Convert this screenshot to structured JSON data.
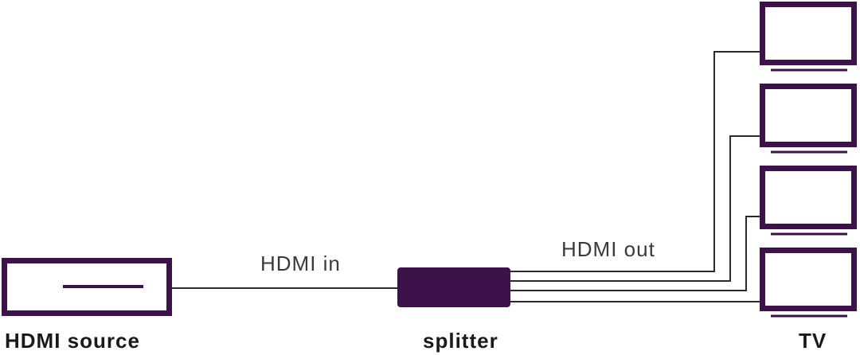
{
  "labels": {
    "hdmi_in": "HDMI in",
    "hdmi_out": "HDMI out",
    "source": "HDMI source",
    "splitter": "splitter",
    "tv": "TV"
  },
  "colors": {
    "device": "#3d1149",
    "cable": "#2b2b2b",
    "background": "#ffffff"
  },
  "tv_count": 4
}
